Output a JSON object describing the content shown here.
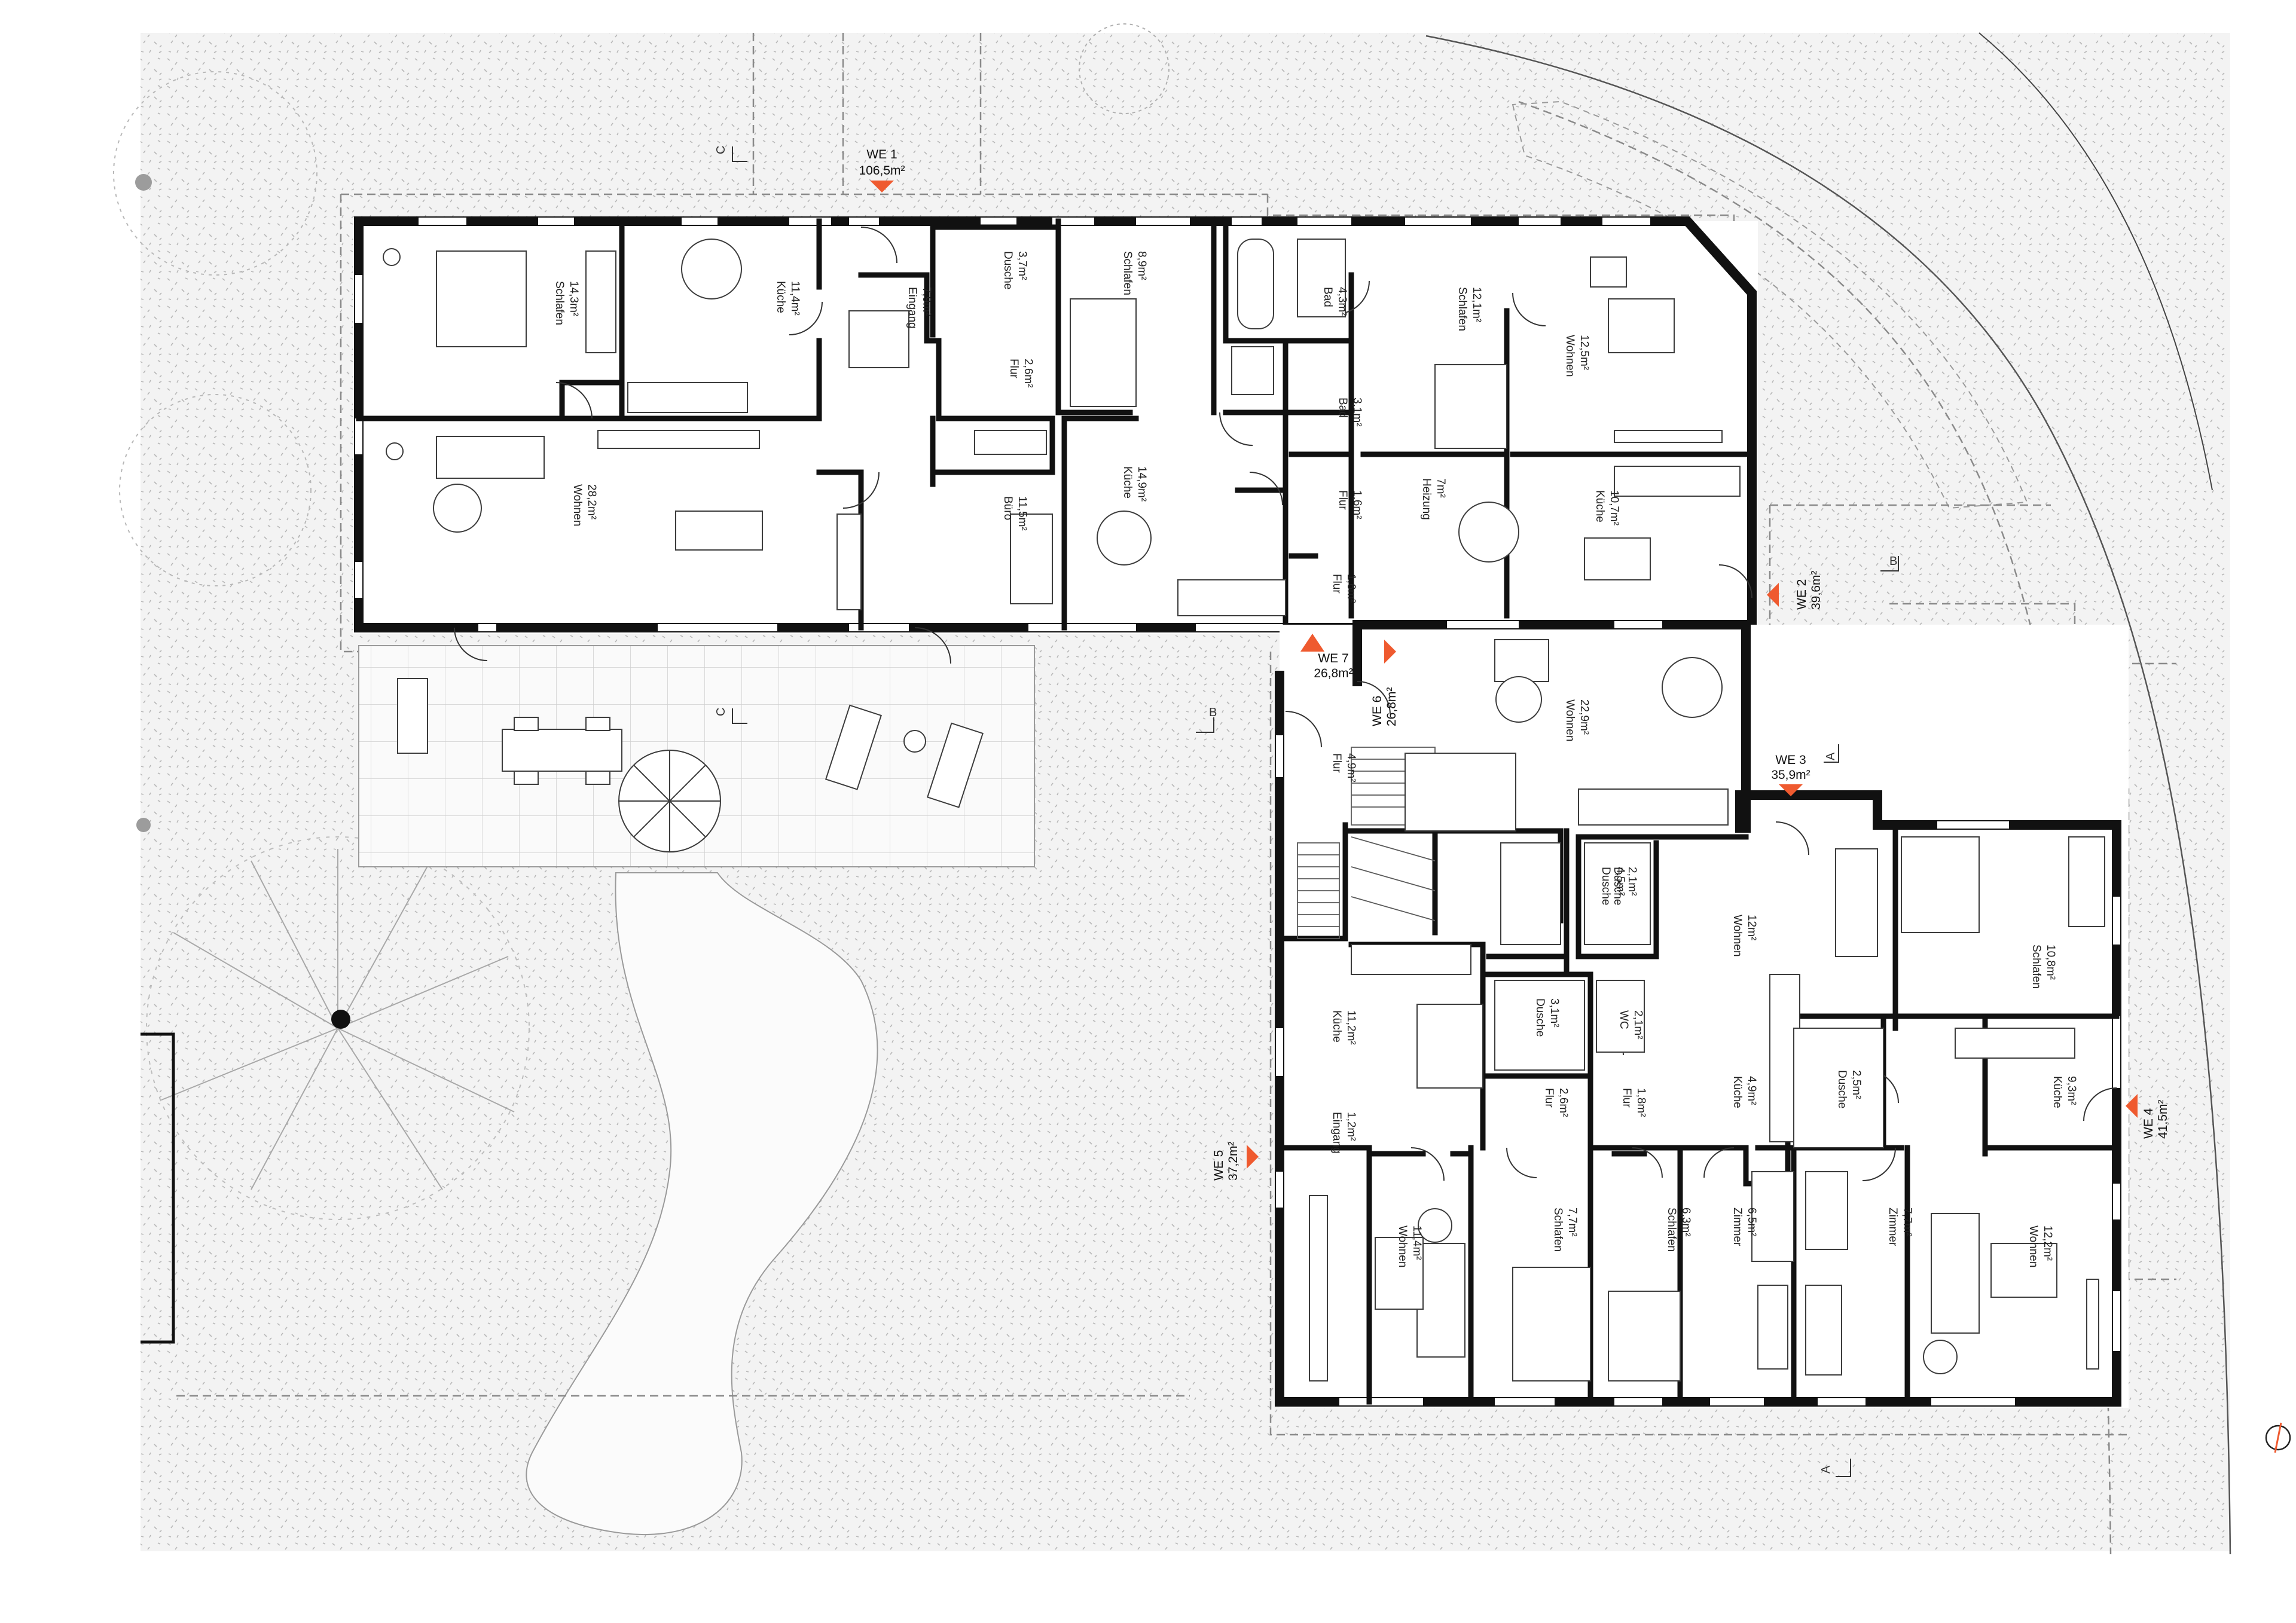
{
  "colors": {
    "background": "#ffffff",
    "ground": "#f4f4f4",
    "wall": "#111111",
    "unit_marker": "#ef5a2f",
    "lines": "#6a6a6a"
  },
  "units": [
    {
      "id": "we1",
      "name": "WE 1",
      "area": "106,5m²"
    },
    {
      "id": "we2",
      "name": "WE 2",
      "area": "39,6m²"
    },
    {
      "id": "we3",
      "name": "WE 3",
      "area": "35,9m²"
    },
    {
      "id": "we4",
      "name": "WE 4",
      "area": "41,5m²"
    },
    {
      "id": "we5",
      "name": "WE 5",
      "area": "37,2m²"
    },
    {
      "id": "we6",
      "name": "WE 6",
      "area": "26,8m²"
    },
    {
      "id": "we7",
      "name": "WE 7",
      "area": "26,8m²"
    }
  ],
  "rooms": [
    {
      "name": "Schlafen",
      "area": "14,3m²"
    },
    {
      "name": "Küche",
      "area": "11,4m²"
    },
    {
      "name": "Eingang",
      "area": "7,9m²"
    },
    {
      "name": "Dusche",
      "area": "3,7m²"
    },
    {
      "name": "Schlafen",
      "area": "8,9m²"
    },
    {
      "name": "Bad",
      "area": "4,3m²"
    },
    {
      "name": "Schlafen",
      "area": "12,1m²"
    },
    {
      "name": "Wohnen",
      "area": "12,5m²"
    },
    {
      "name": "Flur",
      "area": "2,6m²"
    },
    {
      "name": "Bad",
      "area": "3,1m²"
    },
    {
      "name": "Wohnen",
      "area": "28,2m²"
    },
    {
      "name": "Büro",
      "area": "11,5m²"
    },
    {
      "name": "Küche",
      "area": "14,9m²"
    },
    {
      "name": "Flur",
      "area": "1,6m²"
    },
    {
      "name": "Heizung",
      "area": "7m²"
    },
    {
      "name": "Küche",
      "area": "10,7m²"
    },
    {
      "name": "Flur",
      "area": "1,6m²"
    },
    {
      "name": "Wohnen",
      "area": "22,9m²"
    },
    {
      "name": "Flur",
      "area": "4,9m²"
    },
    {
      "name": "Dusche",
      "area": "4,5m²"
    },
    {
      "name": "Dusche",
      "area": "2,1m²"
    },
    {
      "name": "Wohnen",
      "area": "12m²"
    },
    {
      "name": "Schlafen",
      "area": "10,8m²"
    },
    {
      "name": "Küche",
      "area": "11,2m²"
    },
    {
      "name": "Dusche",
      "area": "3,1m²"
    },
    {
      "name": "WC",
      "area": "2,1m²"
    },
    {
      "name": "Dusche",
      "area": "2,5m²"
    },
    {
      "name": "Küche",
      "area": "9,3m²"
    },
    {
      "name": "Flur",
      "area": "2,6m²"
    },
    {
      "name": "Flur",
      "area": "1,8m²"
    },
    {
      "name": "Küche",
      "area": "4,9m²"
    },
    {
      "name": "Eingang",
      "area": "1,2m²"
    },
    {
      "name": "Wohnen",
      "area": "11,4m²"
    },
    {
      "name": "Schlafen",
      "area": "7,7m²"
    },
    {
      "name": "Schlafen",
      "area": "6,3m²"
    },
    {
      "name": "Zimmer",
      "area": "6,5m²"
    },
    {
      "name": "Zimmer",
      "area": "7,7m²"
    },
    {
      "name": "Wohnen",
      "area": "12,2m²"
    }
  ],
  "section_marks": {
    "a": "A",
    "b": "B",
    "c": "C"
  }
}
